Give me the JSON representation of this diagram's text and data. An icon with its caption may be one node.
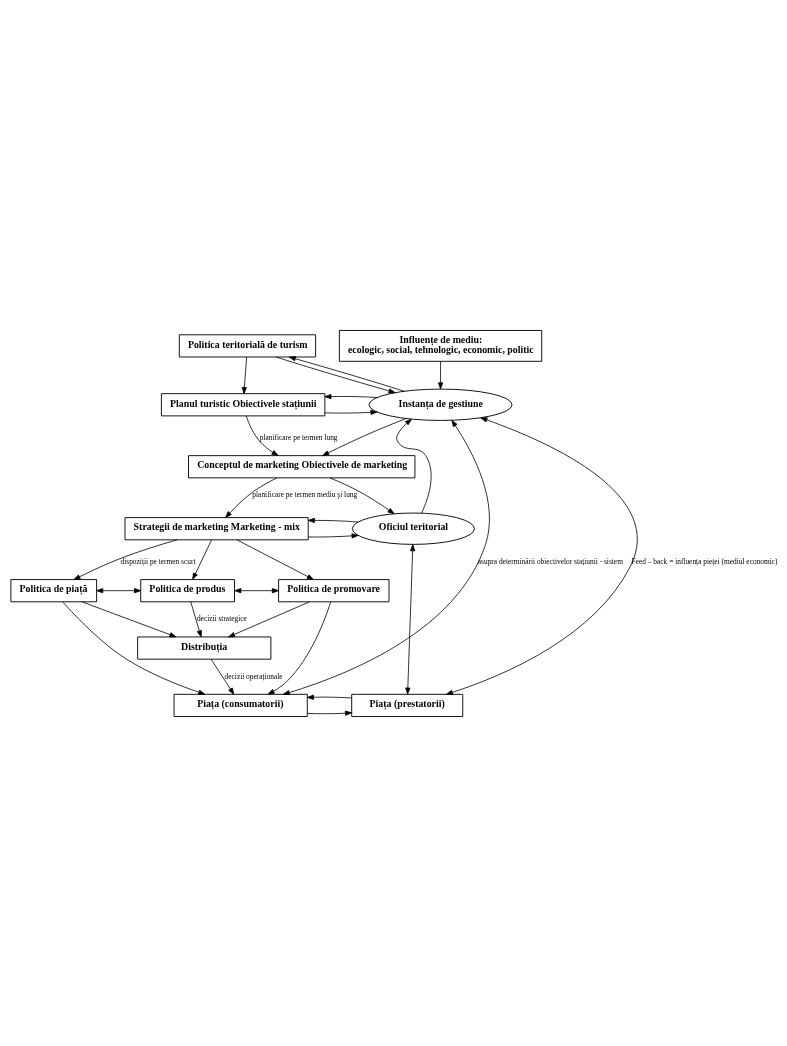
{
  "diagram": {
    "nodes": [
      {
        "text": [
          "Politica teritorială de turism"
        ]
      },
      {
        "text": [
          "Influențe de mediu:",
          "ecologic, social, tehnologic, economic, politic"
        ]
      },
      {
        "text": [
          "Planul turistic Obiectivele stațiunii"
        ]
      },
      {
        "text": [
          "Instanța de gestiune"
        ]
      },
      {
        "text": [
          "Conceptul de marketing Obiectivele de marketing"
        ]
      },
      {
        "text": [
          "Strategii de marketing Marketing - mix"
        ]
      },
      {
        "text": [
          "Oficiul teritorial"
        ]
      },
      {
        "text": [
          "Politica de piață"
        ]
      },
      {
        "text": [
          "Politica de produs"
        ]
      },
      {
        "text": [
          "Politica de promovare"
        ]
      },
      {
        "text": [
          "Distribuția"
        ]
      },
      {
        "text": [
          "Piața (consumatorii)"
        ]
      },
      {
        "text": [
          "Piața (prestatorii)"
        ]
      }
    ],
    "edges": [
      {
        "from": 0,
        "to": 2,
        "arrow": "to"
      },
      {
        "from": 0,
        "to": 3,
        "arrow": "to"
      },
      {
        "from": 3,
        "to": 0,
        "arrow": "to"
      },
      {
        "from": 1,
        "to": 3,
        "arrow": "to"
      },
      {
        "from": 2,
        "to": 3,
        "arrow": "to"
      },
      {
        "from": 3,
        "to": 2,
        "arrow": "to"
      },
      {
        "from": 2,
        "to": 4,
        "arrow": "to",
        "label": "planificare pe termen lung"
      },
      {
        "from": 3,
        "to": 4,
        "arrow": "to"
      },
      {
        "from": 4,
        "to": 5,
        "arrow": "to",
        "label": "planificare pe termen mediu şi lung"
      },
      {
        "from": 4,
        "to": 6,
        "arrow": "to"
      },
      {
        "from": 5,
        "to": 6,
        "arrow": "to"
      },
      {
        "from": 6,
        "to": 5,
        "arrow": "to"
      },
      {
        "from": 6,
        "to": 3,
        "arrow": "to"
      },
      {
        "from": 5,
        "to": 7,
        "arrow": "to",
        "label": "dispoziții pe termen scurt"
      },
      {
        "from": 5,
        "to": 8,
        "arrow": "to"
      },
      {
        "from": 5,
        "to": 9,
        "arrow": "to"
      },
      {
        "from": 7,
        "to": 8,
        "arrow": "both"
      },
      {
        "from": 8,
        "to": 9,
        "arrow": "both"
      },
      {
        "from": 7,
        "to": 10,
        "arrow": "to"
      },
      {
        "from": 8,
        "to": 10,
        "arrow": "to",
        "label": "decizii strategice"
      },
      {
        "from": 9,
        "to": 10,
        "arrow": "to"
      },
      {
        "from": 10,
        "to": 11,
        "arrow": "to",
        "label": "decizii operaționale"
      },
      {
        "from": 7,
        "to": 11,
        "arrow": "to"
      },
      {
        "from": 9,
        "to": 11,
        "arrow": "to"
      },
      {
        "from": 6,
        "to": 12,
        "arrow": "both"
      },
      {
        "from": 11,
        "to": 12,
        "arrow": "to"
      },
      {
        "from": 12,
        "to": 11,
        "arrow": "to"
      },
      {
        "from": 12,
        "to": 3,
        "arrow": "both",
        "label": "Feed – back = influența pieței (mediul economic)"
      },
      {
        "from": 11,
        "to": 3,
        "arrow": "both",
        "label": "asupra determinării obiectivelor stațiunii - sistem"
      }
    ]
  }
}
